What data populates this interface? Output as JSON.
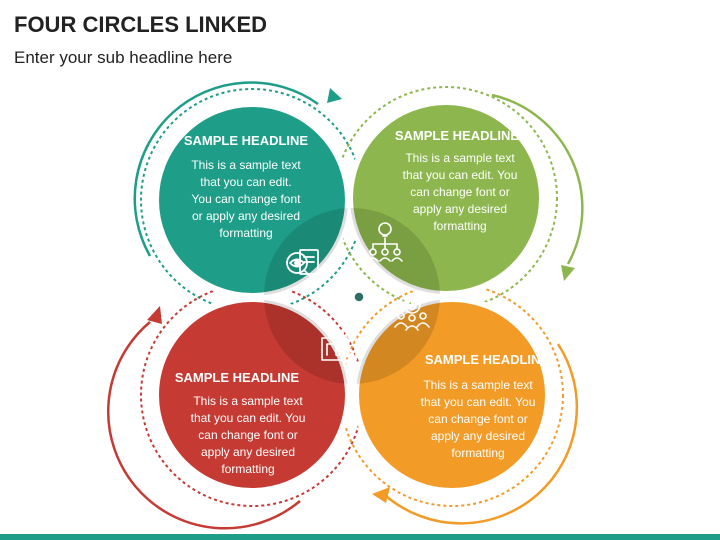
{
  "header": {
    "title": "FOUR CIRCLES LINKED",
    "subtitle": "Enter your sub headline here"
  },
  "circles": [
    {
      "headline": "SAMPLE HEADLINE",
      "lines": [
        "This is a sample text",
        "that you can edit.",
        "You can change font",
        "or apply any desired",
        "formatting"
      ],
      "color": "#1e9e88",
      "icon": "magnifier-eye-icon"
    },
    {
      "headline": "SAMPLE HEADLINE",
      "lines": [
        "This is a sample text",
        "that you can edit. You",
        "can change font or",
        "apply any desired",
        "formatting"
      ],
      "color": "#8db74e",
      "icon": "lightbulb-network-icon"
    },
    {
      "headline": "SAMPLE HEADLINE",
      "lines": [
        "This is a sample text",
        "that you can edit. You",
        "can change font or",
        "apply any desired",
        "formatting"
      ],
      "color": "#c53a32",
      "icon": "blueprint-gear-icon"
    },
    {
      "headline": "SAMPLE HEADLINE",
      "lines": [
        "This is a sample text",
        "that you can edit. You",
        "can change font or",
        "apply any desired",
        "formatting"
      ],
      "color": "#f29b26",
      "icon": "team-target-icon"
    }
  ],
  "colors": {
    "teal": "#1e9e88",
    "green": "#8db74e",
    "red": "#c53a32",
    "orange": "#f29b26",
    "center_node": "#2f6f62"
  }
}
